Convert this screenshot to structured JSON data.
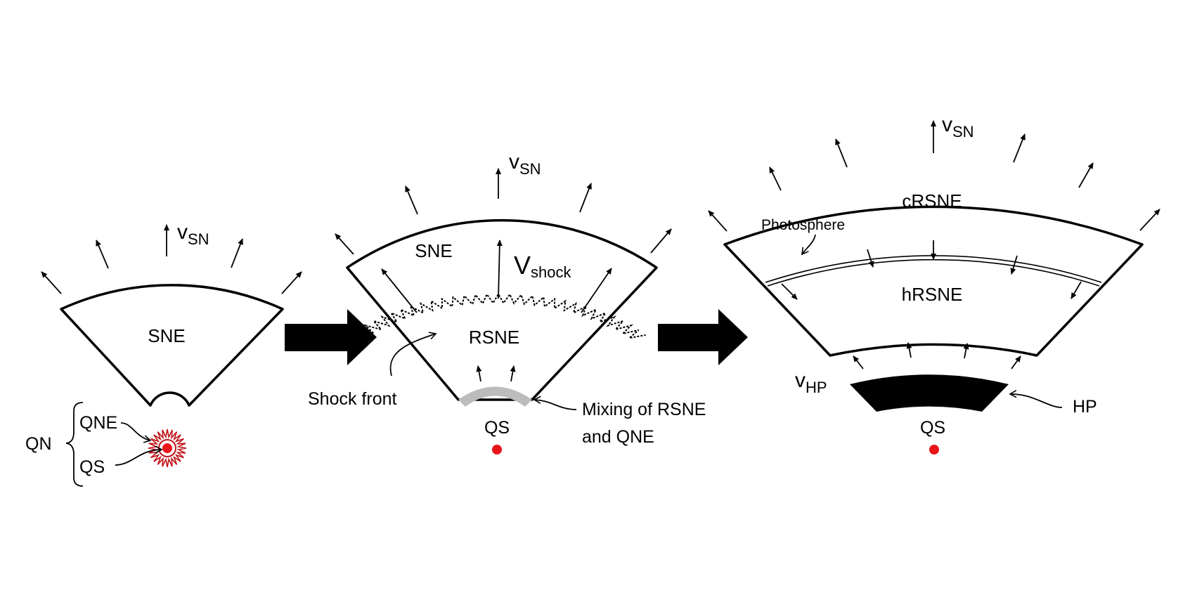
{
  "colors": {
    "ink": "#000000",
    "quark_star": "#e8141a",
    "mixing_layer": "#bcbcbc",
    "background": "#ffffff"
  },
  "panel1": {
    "region": "SNE",
    "velocity": {
      "symbol": "v",
      "subscript": "SN"
    },
    "qn_label": "QN",
    "qne_label": "QNE",
    "qs_label": "QS"
  },
  "panel2": {
    "outer_region": "SNE",
    "inner_region": "RSNE",
    "velocity": {
      "symbol": "v",
      "subscript": "SN"
    },
    "shock_velocity": {
      "symbol": "V",
      "subscript": "shock"
    },
    "shock_front_label": "Shock front",
    "mixing_label_line1": "Mixing of RSNE",
    "mixing_label_line2": "and QNE",
    "qs_label": "QS"
  },
  "panel3": {
    "outer_region": "cRSNE",
    "inner_region": "hRSNE",
    "photosphere_label": "Photosphere",
    "velocity": {
      "symbol": "v",
      "subscript": "SN"
    },
    "hp_velocity": {
      "symbol": "v",
      "subscript": "HP"
    },
    "hp_label": "HP",
    "qs_label": "QS"
  }
}
